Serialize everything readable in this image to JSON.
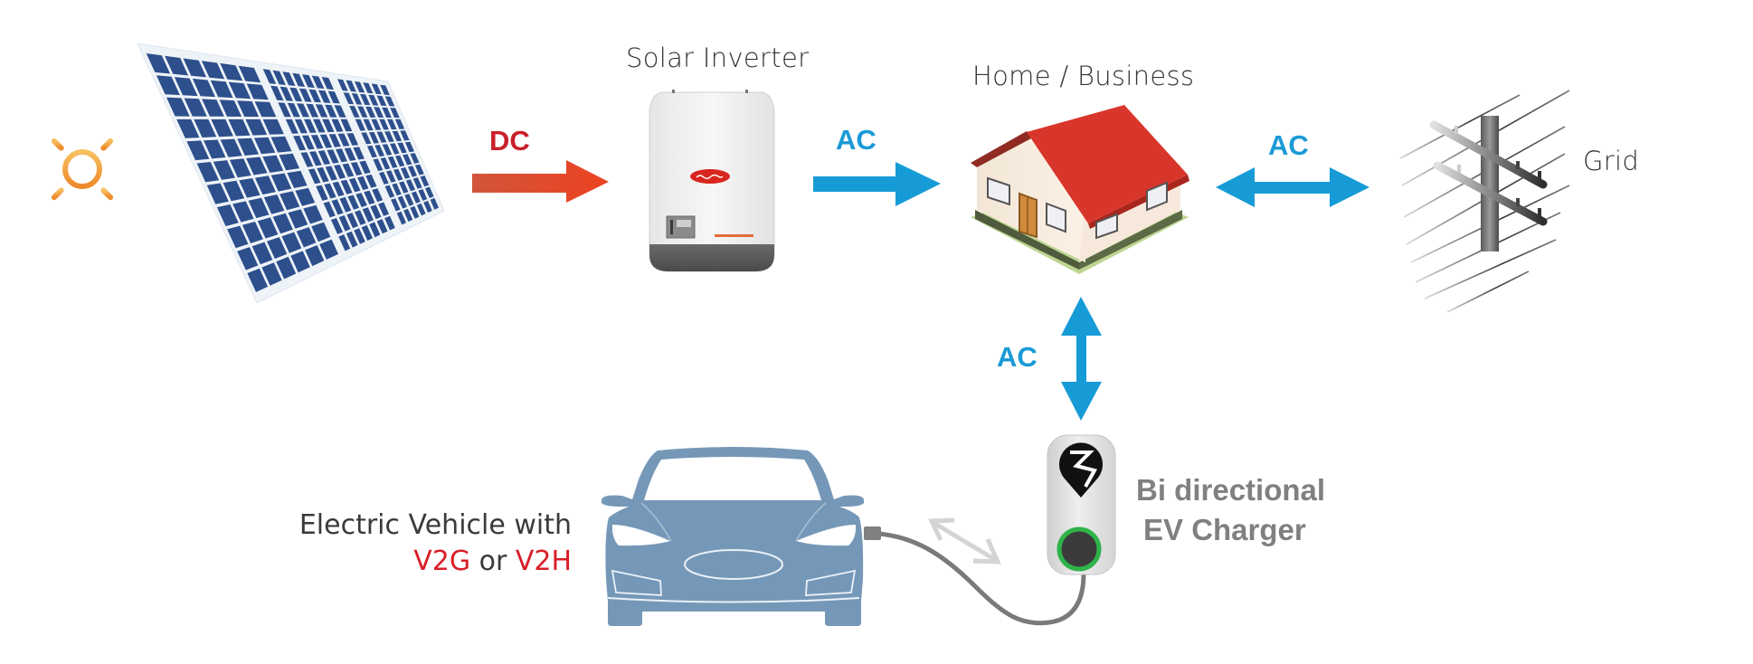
{
  "labels": {
    "solar_inverter": "Solar Inverter",
    "home_business": "Home / Business",
    "grid": "Grid",
    "ev_line1": "Electric Vehicle with",
    "ev_v2g": "V2G",
    "ev_or": " or ",
    "ev_v2h": "V2H",
    "charger_line1": "Bi directional",
    "charger_line2": "EV Charger"
  },
  "flows": [
    {
      "id": "panel-to-inverter",
      "label": "DC",
      "direction": "one-way",
      "from": "Solar Panels",
      "to": "Solar Inverter"
    },
    {
      "id": "inverter-to-home",
      "label": "AC",
      "direction": "one-way",
      "from": "Solar Inverter",
      "to": "Home / Business"
    },
    {
      "id": "home-grid",
      "label": "AC",
      "direction": "two-way",
      "from": "Home / Business",
      "to": "Grid"
    },
    {
      "id": "home-charger",
      "label": "AC",
      "direction": "two-way",
      "from": "Home / Business",
      "to": "Bi directional EV Charger"
    },
    {
      "id": "charger-vehicle",
      "label": "",
      "direction": "two-way",
      "from": "Bi directional EV Charger",
      "to": "Electric Vehicle"
    }
  ],
  "nodes": [
    {
      "id": "sun",
      "icon": "sun-icon"
    },
    {
      "id": "solar-panels",
      "icon": "solar-panel-icon"
    },
    {
      "id": "inverter",
      "icon": "inverter-icon"
    },
    {
      "id": "home",
      "icon": "house-icon"
    },
    {
      "id": "grid",
      "icon": "power-pole-icon"
    },
    {
      "id": "charger",
      "icon": "ev-charger-icon"
    },
    {
      "id": "vehicle",
      "icon": "car-icon"
    }
  ],
  "colors": {
    "dc": "#c8202a",
    "dc_arrow": "#e0462a",
    "ac": "#1a9ad6",
    "ac_arrow": "#179bd7",
    "v2x": "#d81e28",
    "sun": "#f29a38",
    "panel_cell": "#2d4f8c",
    "roof": "#d9362b",
    "car": "#7698b8",
    "charger_ring": "#2fb34a",
    "charger_text": "#808080"
  }
}
